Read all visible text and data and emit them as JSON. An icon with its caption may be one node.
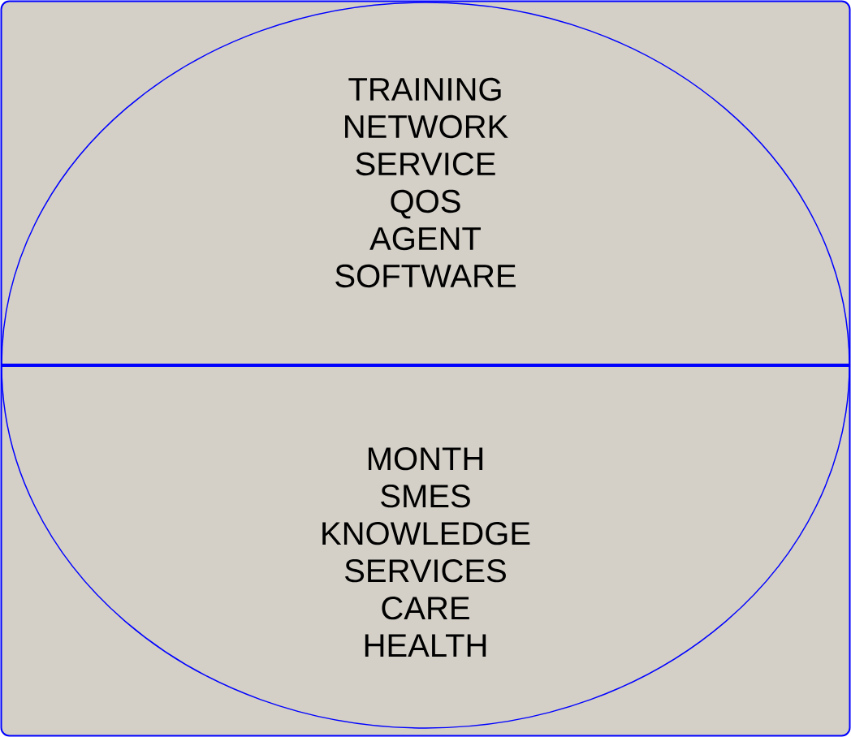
{
  "diagram": {
    "nodes": [
      {
        "text": [],
        "shape": "box"
      },
      {
        "text": [
          "TRAINING",
          "NETWORK",
          "SERVICE",
          "QOS",
          "AGENT",
          "SOFTWARE"
        ],
        "in": 0
      },
      {
        "text": [
          "MONTH",
          "SMES",
          "KNOWLEDGE",
          "SERVICES",
          "CARE",
          "HEALTH"
        ],
        "in": 0
      }
    ]
  }
}
